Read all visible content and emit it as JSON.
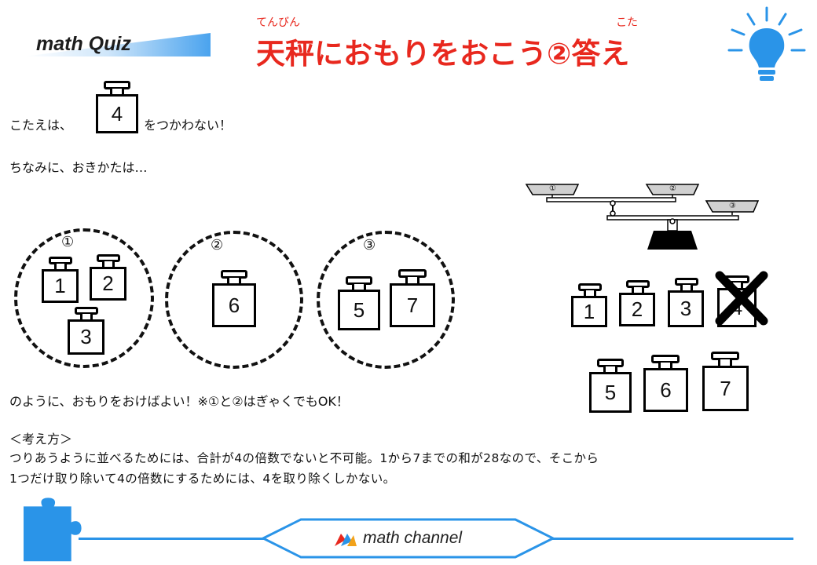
{
  "header": {
    "quiz_label": "math Quiz",
    "title": "天秤におもりをおこう②答え",
    "ruby_tenbin": "てんびん",
    "ruby_kotae": "こた"
  },
  "answer_line": {
    "prefix": "こたえは、",
    "weight": "4",
    "suffix": "をつかわない！"
  },
  "placement_intro": "ちなみに、おきかたは…",
  "groups": [
    {
      "label": "①",
      "weights": [
        "1",
        "2",
        "3"
      ]
    },
    {
      "label": "②",
      "weights": [
        "6"
      ]
    },
    {
      "label": "③",
      "weights": [
        "5",
        "7"
      ]
    }
  ],
  "balance": {
    "pans": [
      "①",
      "②",
      "③"
    ]
  },
  "weights_set": {
    "row1": [
      "1",
      "2",
      "3",
      "4"
    ],
    "row2": [
      "5",
      "6",
      "7"
    ],
    "crossed": "4"
  },
  "conclusion": "のように、おもりをおけばよい！※①と②はぎゃくでもOK！",
  "explanation": {
    "heading": "＜考え方＞",
    "line1": "つりあうように並べるためには、合計が4の倍数でないと不可能。1から7までの和が28なので、そこから",
    "line2": "1つだけ取り除いて4の倍数にするためには、4を取り除くしかない。"
  },
  "footer": {
    "brand": "math channel"
  },
  "colors": {
    "title_red": "#e8281e",
    "accent_blue": "#2a94e8"
  },
  "icons": [
    "lightbulb-icon",
    "puzzle-piece-icon",
    "math-channel-logo-icon",
    "cross-mark-icon"
  ]
}
